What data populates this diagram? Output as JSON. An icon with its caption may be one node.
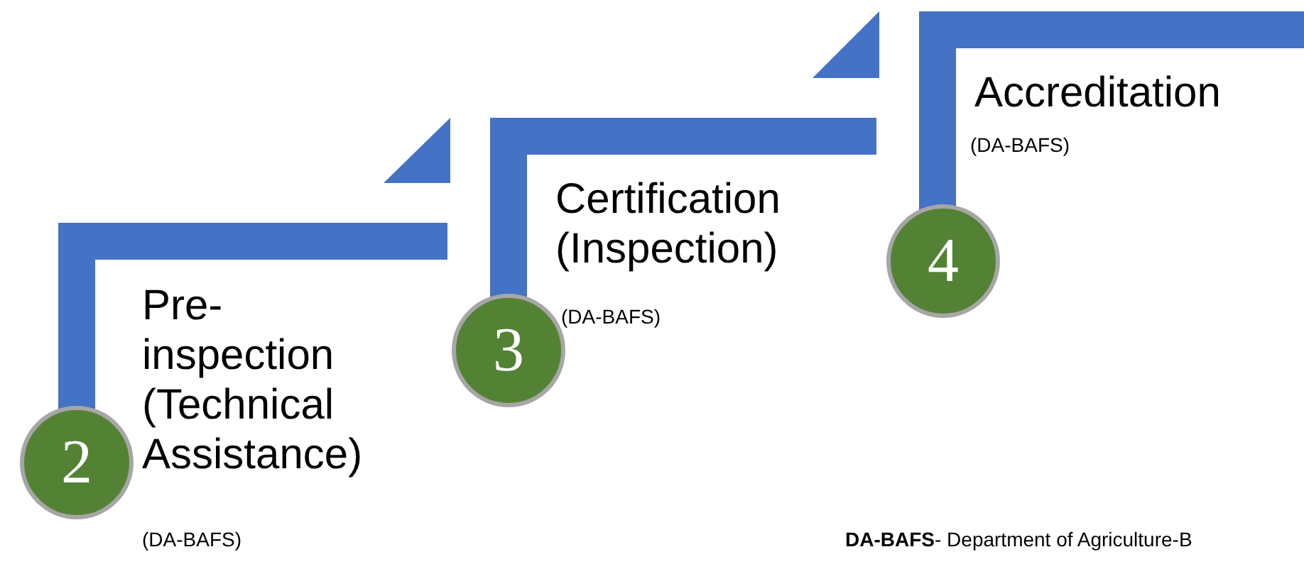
{
  "diagram": {
    "nodes": [
      {
        "text": [
          "2"
        ],
        "beside": [
          "Pre-inspection (Technical Assistance)",
          "(DA-BAFS)"
        ]
      },
      {
        "text": [
          "3"
        ],
        "beside": [
          "Certification (Inspection)",
          "(DA-BAFS)"
        ]
      },
      {
        "text": [
          "4"
        ],
        "beside": [
          "Accreditation",
          "(DA-BAFS)"
        ]
      }
    ],
    "labels": [
      "**DA-BAFS**- Department of Agriculture-B"
    ]
  }
}
